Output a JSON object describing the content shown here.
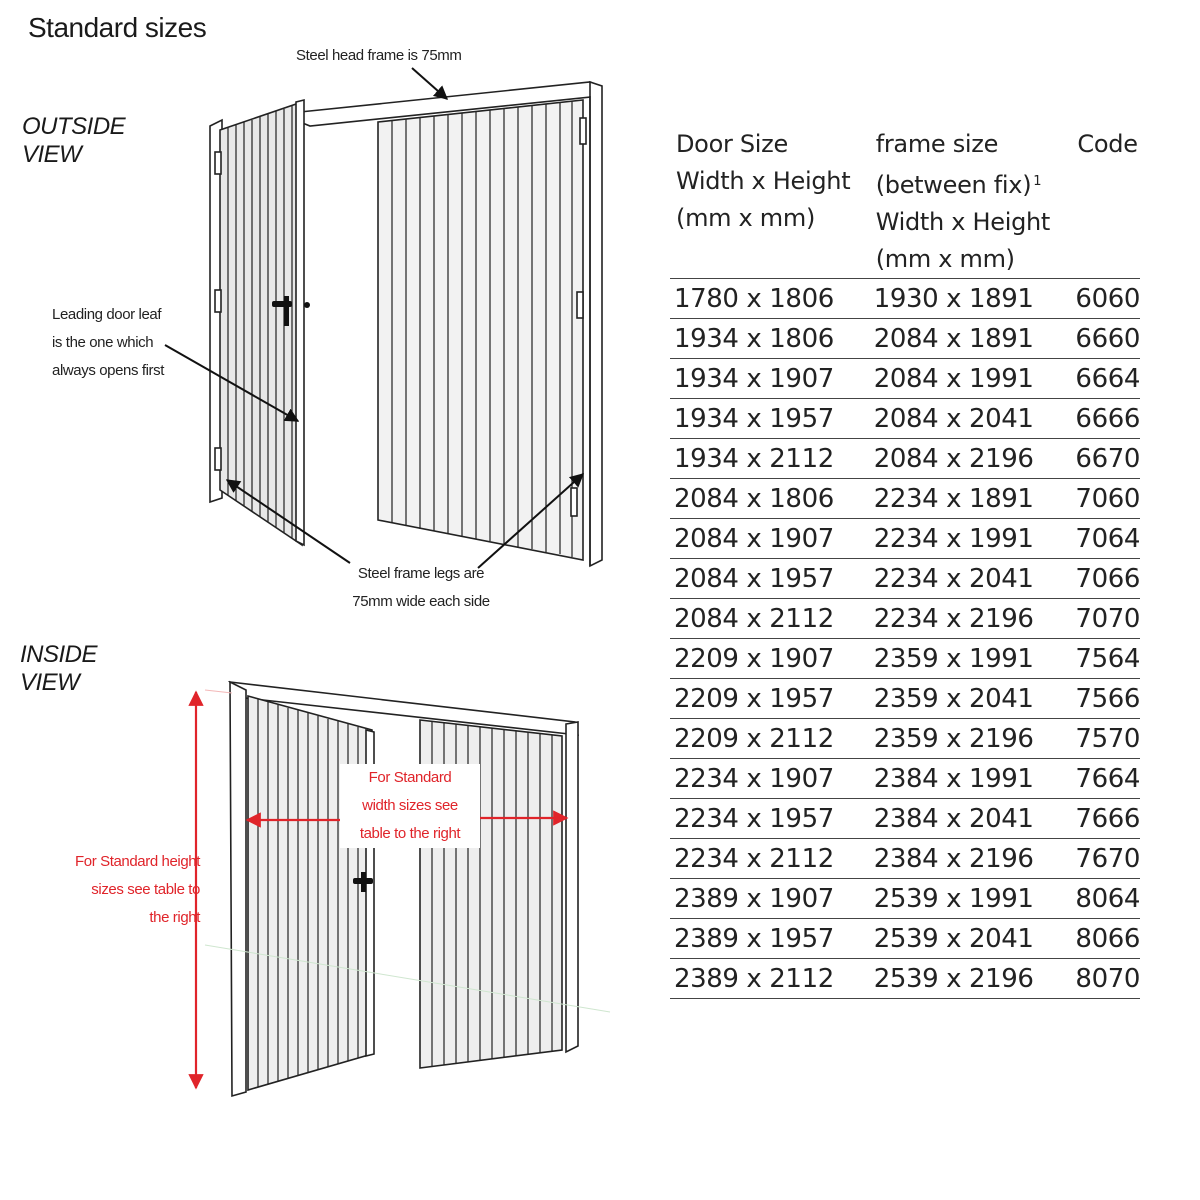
{
  "title": "Standard sizes",
  "outside_view": {
    "label_line1": "OUTSIDE",
    "label_line2": "VIEW",
    "head_frame_note": "Steel head frame is 75mm",
    "leading_leaf_note": [
      "Leading door leaf",
      "is the one which",
      "always opens first"
    ],
    "frame_legs_note": [
      "Steel frame legs are",
      "75mm wide each side"
    ]
  },
  "inside_view": {
    "label_line1": "INSIDE",
    "label_line2": "VIEW",
    "height_note": [
      "For Standard  height",
      "sizes see table to",
      "the right"
    ],
    "width_note": [
      "For  Standard",
      "width sizes see",
      "table to the right"
    ]
  },
  "colors": {
    "accent_red": "#e0242a",
    "line": "#222222",
    "panel": "#eeeeee"
  },
  "table": {
    "headers": {
      "door_size": [
        "Door Size",
        "Width x Height",
        "(mm x mm)"
      ],
      "frame_size": [
        "frame size",
        "(between fix)",
        "Width x Height",
        "(mm x mm)"
      ],
      "frame_footnote": "1",
      "code": "Code"
    },
    "rows": [
      {
        "door": "1780 x 1806",
        "frame": "1930 x 1891",
        "code": "6060"
      },
      {
        "door": "1934 x 1806",
        "frame": "2084 x 1891",
        "code": "6660"
      },
      {
        "door": "1934 x 1907",
        "frame": "2084 x 1991",
        "code": "6664"
      },
      {
        "door": "1934 x 1957",
        "frame": "2084 x 2041",
        "code": "6666"
      },
      {
        "door": "1934 x 2112",
        "frame": "2084 x 2196",
        "code": "6670"
      },
      {
        "door": "2084 x 1806",
        "frame": "2234 x 1891",
        "code": "7060"
      },
      {
        "door": "2084 x 1907",
        "frame": "2234 x 1991",
        "code": "7064"
      },
      {
        "door": "2084 x 1957",
        "frame": "2234 x 2041",
        "code": "7066"
      },
      {
        "door": "2084 x 2112",
        "frame": "2234 x 2196",
        "code": "7070"
      },
      {
        "door": "2209 x 1907",
        "frame": "2359 x 1991",
        "code": "7564"
      },
      {
        "door": "2209 x 1957",
        "frame": "2359 x 2041",
        "code": "7566"
      },
      {
        "door": "2209 x 2112",
        "frame": "2359 x 2196",
        "code": "7570"
      },
      {
        "door": "2234 x 1907",
        "frame": "2384 x 1991",
        "code": "7664"
      },
      {
        "door": "2234 x 1957",
        "frame": "2384 x 2041",
        "code": "7666"
      },
      {
        "door": "2234 x 2112",
        "frame": "2384 x 2196",
        "code": "7670"
      },
      {
        "door": "2389 x 1907",
        "frame": "2539 x 1991",
        "code": "8064"
      },
      {
        "door": "2389 x 1957",
        "frame": "2539 x 2041",
        "code": "8066"
      },
      {
        "door": "2389 x 2112",
        "frame": "2539 x 2196",
        "code": "8070"
      }
    ]
  }
}
